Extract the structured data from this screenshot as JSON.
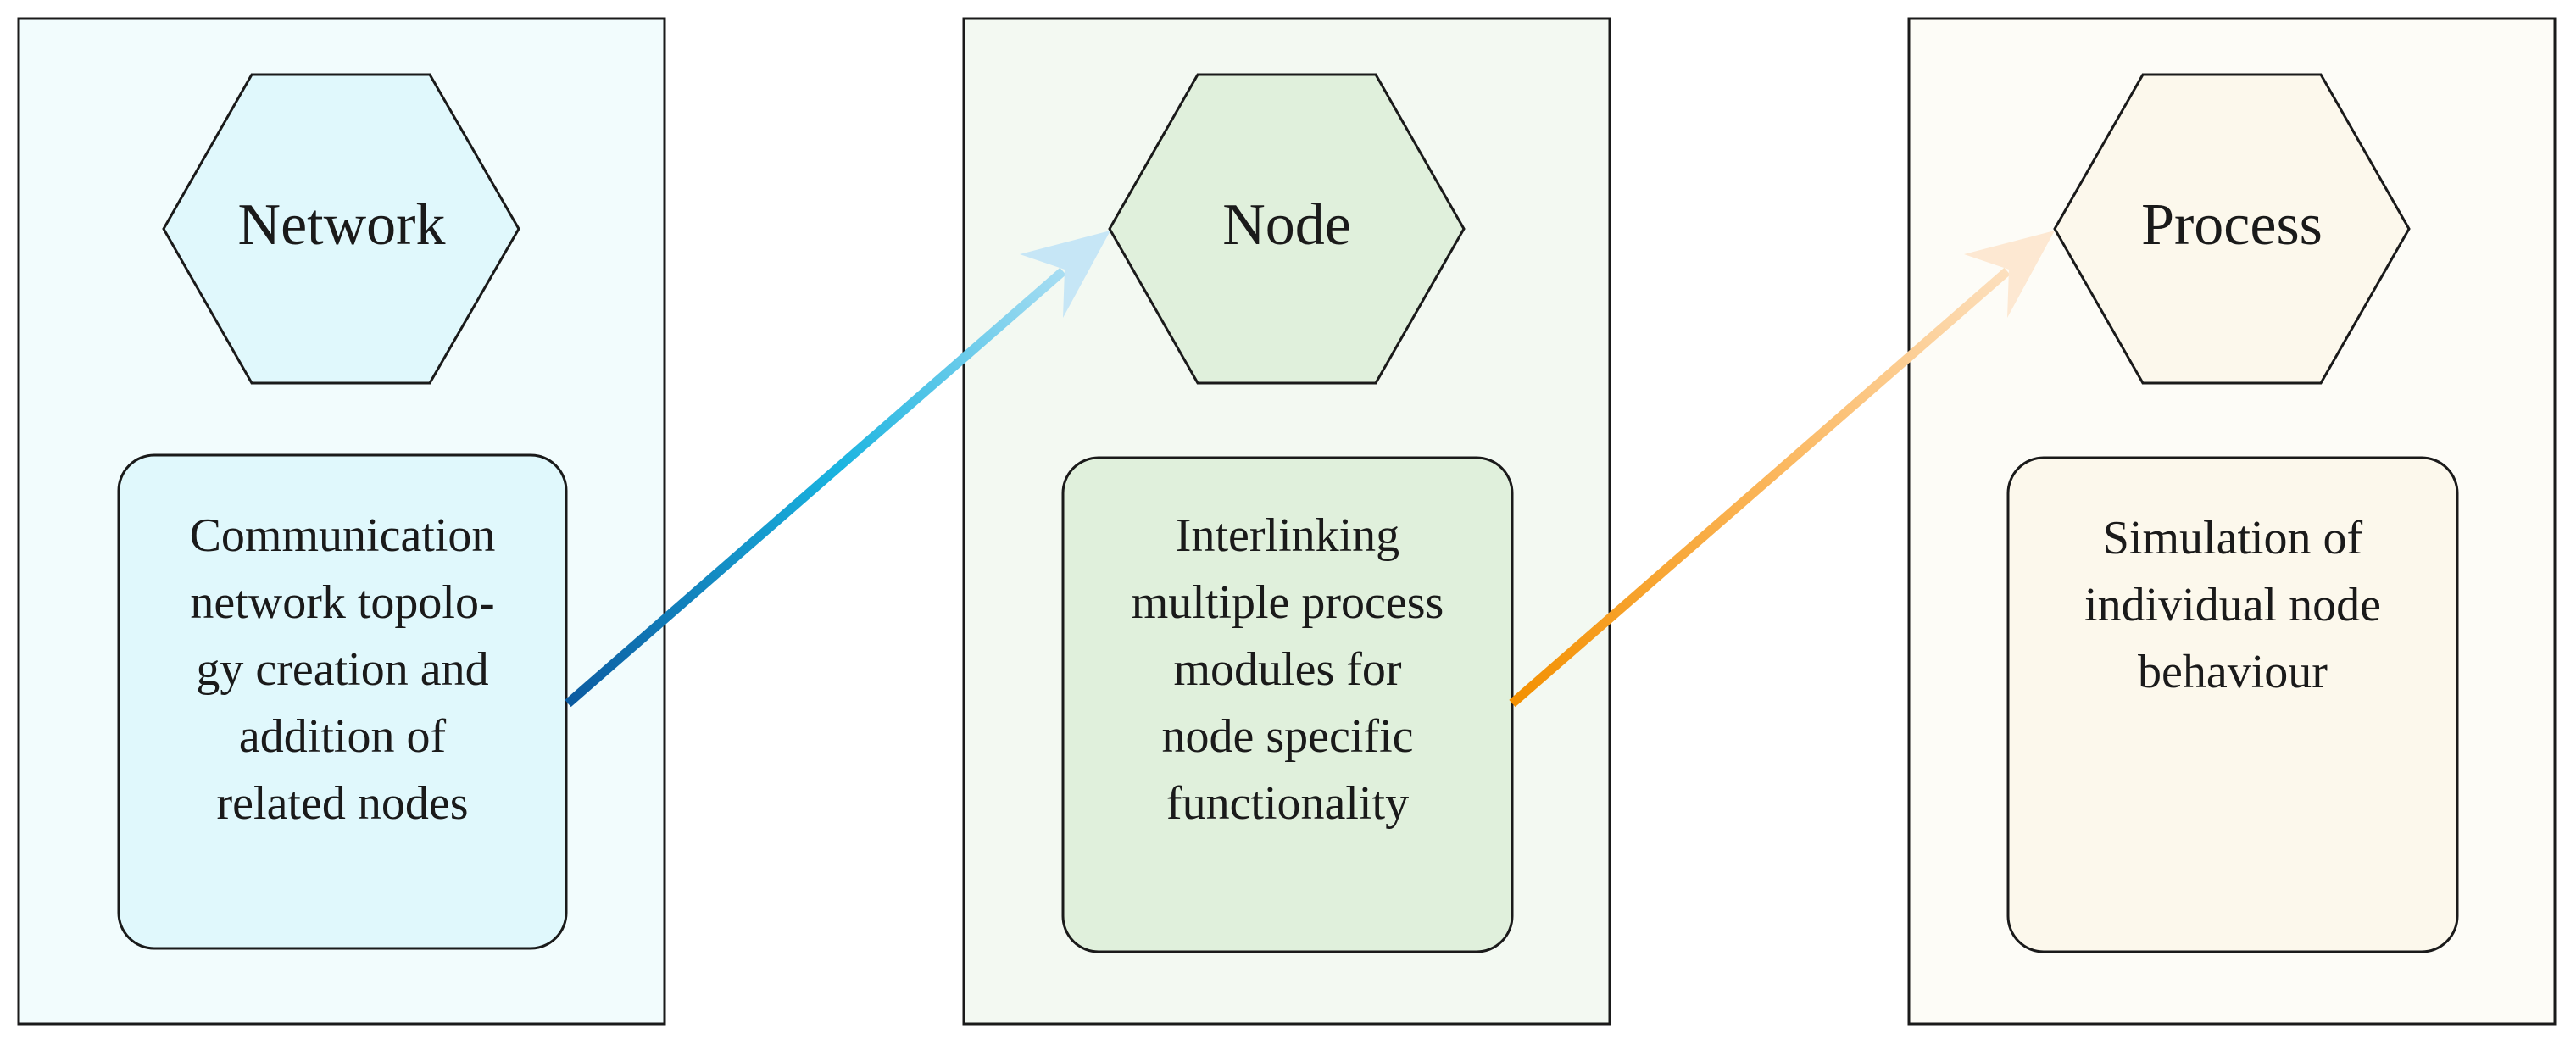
{
  "panels": [
    {
      "title": "Network",
      "description": "Communication\nnetwork topolo-\ngy creation and\naddition of\nrelated nodes"
    },
    {
      "title": "Node",
      "description": "Interlinking\nmultiple process\nmodules for\nnode specific\nfunctionality"
    },
    {
      "title": "Process",
      "description": "Simulation of\nindividual node\nbehaviour"
    }
  ],
  "colors": {
    "panel_fills": [
      "#f2fcfd",
      "#f3f9f2",
      "#fdfcf7"
    ],
    "shape_fills": [
      "#e0f8fc",
      "#e0f0dc",
      "#fcf8ec"
    ],
    "outline": "#1a1a1a",
    "arrow_1": [
      "#0b5aa0",
      "#1ab4e0",
      "#c6e6f6"
    ],
    "arrow_2": [
      "#f39000",
      "#fbb860",
      "#fde8d2"
    ]
  },
  "icons": [
    "hexagon-shape",
    "rounded-rectangle-shape",
    "arrow-icon"
  ]
}
